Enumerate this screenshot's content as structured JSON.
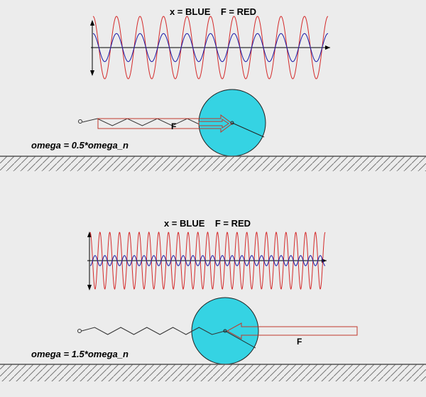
{
  "colors": {
    "background": "#ececec",
    "displacement": "#1a1aa6",
    "force": "#d42a2a",
    "wheel_fill": "#35d3e3",
    "wheel_stroke": "#222222",
    "force_arrow": "#c0392b",
    "ground_line": "#555555",
    "hatch": "#777777",
    "axis": "#000000"
  },
  "panels": [
    {
      "legend": "x = BLUE    F = RED",
      "force_label": "F",
      "omega_label": "omega = 0.5*omega_n",
      "force_cycles": 10,
      "displacement_cycles": 10,
      "force_amplitude_ratio": 1.0,
      "displacement_amplitude_ratio": 0.45,
      "force_direction": "right"
    },
    {
      "legend": "x = BLUE    F = RED",
      "force_label": "F",
      "omega_label": "omega = 1.5*omega_n",
      "force_cycles": 24,
      "displacement_cycles": 24,
      "force_amplitude_ratio": 1.0,
      "displacement_amplitude_ratio": 0.18,
      "force_direction": "left"
    }
  ]
}
